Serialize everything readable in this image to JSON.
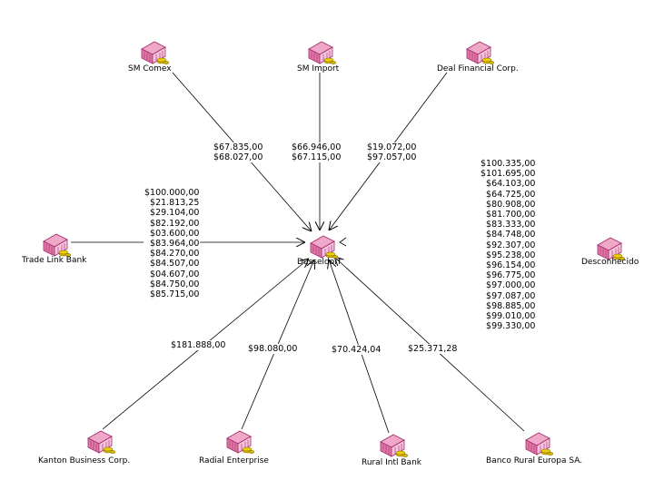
{
  "colors": {
    "edge": "#000000",
    "icon_fill": "#f0a8c8",
    "icon_stroke": "#a0286a",
    "coin": "#d6b400"
  },
  "nodes": {
    "sm_comex": "SM Comex",
    "sm_import": "SM Import",
    "deal_financial": "Deal Financial Corp.",
    "trade_link": "Trade Link Bank",
    "dusseldorf": "Dusseldorf",
    "desconhecido": "Desconhecido",
    "kanton": "Kanton Business Corp.",
    "radial": "Radial Enterprise",
    "rural_intl": "Rural Intl Bank",
    "banco_rural": "Banco Rural Europa SA."
  },
  "edge_amounts": {
    "sm_comex": [
      "$67.835,00",
      "$68.027,00"
    ],
    "sm_import": [
      "$66.946,00",
      "$67.115,00"
    ],
    "deal_financial": [
      "$19.072,00",
      "$97.057,00"
    ],
    "trade_link": [
      "$100.000,00",
      "$21.813,25",
      "$29.104,00",
      "$82.192,00",
      "$03.600,00",
      "$83.964,00",
      "$84.270,00",
      "$84.507,00",
      "$04.607,00",
      "$84.750,00",
      "$85.715,00"
    ],
    "banco_rural_list": [
      "$100.335,00",
      "$101.695,00",
      "$64.103,00",
      "$64.725,00",
      "$80.908,00",
      "$81.700,00",
      "$83.333,00",
      "$84.748,00",
      "$92.307,00",
      "$95.238,00",
      "$96.154,00",
      "$96.775,00",
      "$97.000,00",
      "$97.087,00",
      "$98.885,00",
      "$99.010,00",
      "$99.330,00"
    ],
    "kanton": [
      "$181.888,00"
    ],
    "radial": [
      "$98.080,00"
    ],
    "rural_intl": [
      "$70.424,04"
    ],
    "banco_rural": [
      "$25.371,28"
    ]
  }
}
